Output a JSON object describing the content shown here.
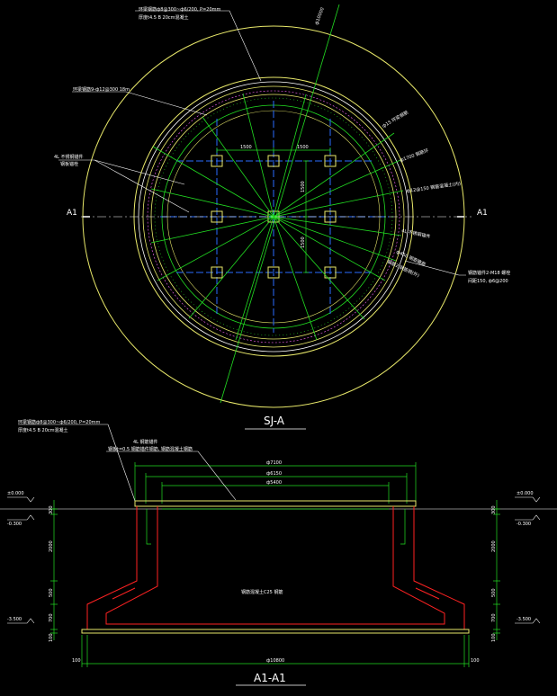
{
  "plan": {
    "title": "SJ-A",
    "section_mark_left": "A1",
    "section_mark_right": "A1",
    "spacing_h_left": "1500",
    "spacing_h_right": "1500",
    "spacing_v_top": "1500",
    "spacing_v_bottom": "1500",
    "north_label": "ф10000",
    "notes": {
      "top_1": "环梁钢筋ф8@300~ф6/200, P=20mm",
      "top_2": "厚度t4.5 B 20cm混凝土",
      "upper_left": "环梁钢筋9-ф12@300 18m",
      "mid_left_1": "4L 不锈钢锚件",
      "mid_left_2": "钢板锚栓",
      "right_1": "ф15 环梁钢筋",
      "right_2": "ф1700 钢筋环",
      "right_3": "ф12@150 钢筋混凝土(内)",
      "right_4": "4L 不锈钢锚件",
      "right_5": "ф450 钢筋箍筋",
      "right_6": "钢筋2 钢筋钢(外)",
      "lower_right_1": "钢筋锚件2-M18 螺栓",
      "lower_right_2": "间距150, ф6@200"
    }
  },
  "section": {
    "title": "A1-A1",
    "notes": {
      "top_1": "环梁钢筋ф8@300~ф6/200, P=20mm",
      "top_2": "厚度t4.5 B 20cm混凝土",
      "mid_1": "4L 钢筋锚件",
      "mid_2": "钢板t=0.5 钢筋锚件钢筋, 钢筋混凝土钢筋",
      "inner": "钢筋混凝土C25 钢筋"
    },
    "dims_top": [
      "ф7100",
      "ф6150",
      "ф5400"
    ],
    "dims_bottom": [
      "100",
      "ф10800",
      "100"
    ],
    "left_elev": {
      "top": "±0.000",
      "mid": "-0.300",
      "bottom": "-3.500"
    },
    "right_elev": {
      "top": "±0.000",
      "mid": "-0.300",
      "bottom": "-3.500"
    },
    "left_dims": [
      "300",
      "2000",
      "500",
      "700",
      "100"
    ],
    "right_dims": [
      "300",
      "2000",
      "500",
      "700",
      "100"
    ]
  }
}
